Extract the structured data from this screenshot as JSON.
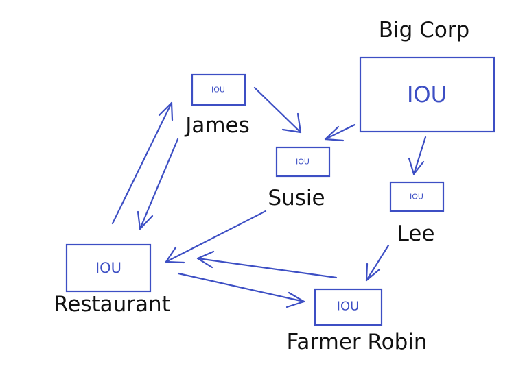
{
  "diagram": {
    "nodes": {
      "big_corp": {
        "label": "Big Corp",
        "box_text": "IOU"
      },
      "james": {
        "label": "James",
        "box_text": "IOU"
      },
      "susie": {
        "label": "Susie",
        "box_text": "IOU"
      },
      "lee": {
        "label": "Lee",
        "box_text": "IOU"
      },
      "restaurant": {
        "label": "Restaurant",
        "box_text": "IOU"
      },
      "farmer_robin": {
        "label": "Farmer Robin",
        "box_text": "IOU"
      }
    },
    "edges": [
      {
        "from": "james",
        "to": "susie"
      },
      {
        "from": "big_corp",
        "to": "susie"
      },
      {
        "from": "big_corp",
        "to": "lee"
      },
      {
        "from": "susie",
        "to": "restaurant"
      },
      {
        "from": "restaurant",
        "to": "james"
      },
      {
        "from": "james",
        "to": "restaurant"
      },
      {
        "from": "lee",
        "to": "farmer_robin"
      },
      {
        "from": "farmer_robin",
        "to": "restaurant"
      },
      {
        "from": "restaurant",
        "to": "farmer_robin"
      }
    ],
    "colors": {
      "stroke": "#3d4fc4",
      "label": "#111111"
    }
  }
}
